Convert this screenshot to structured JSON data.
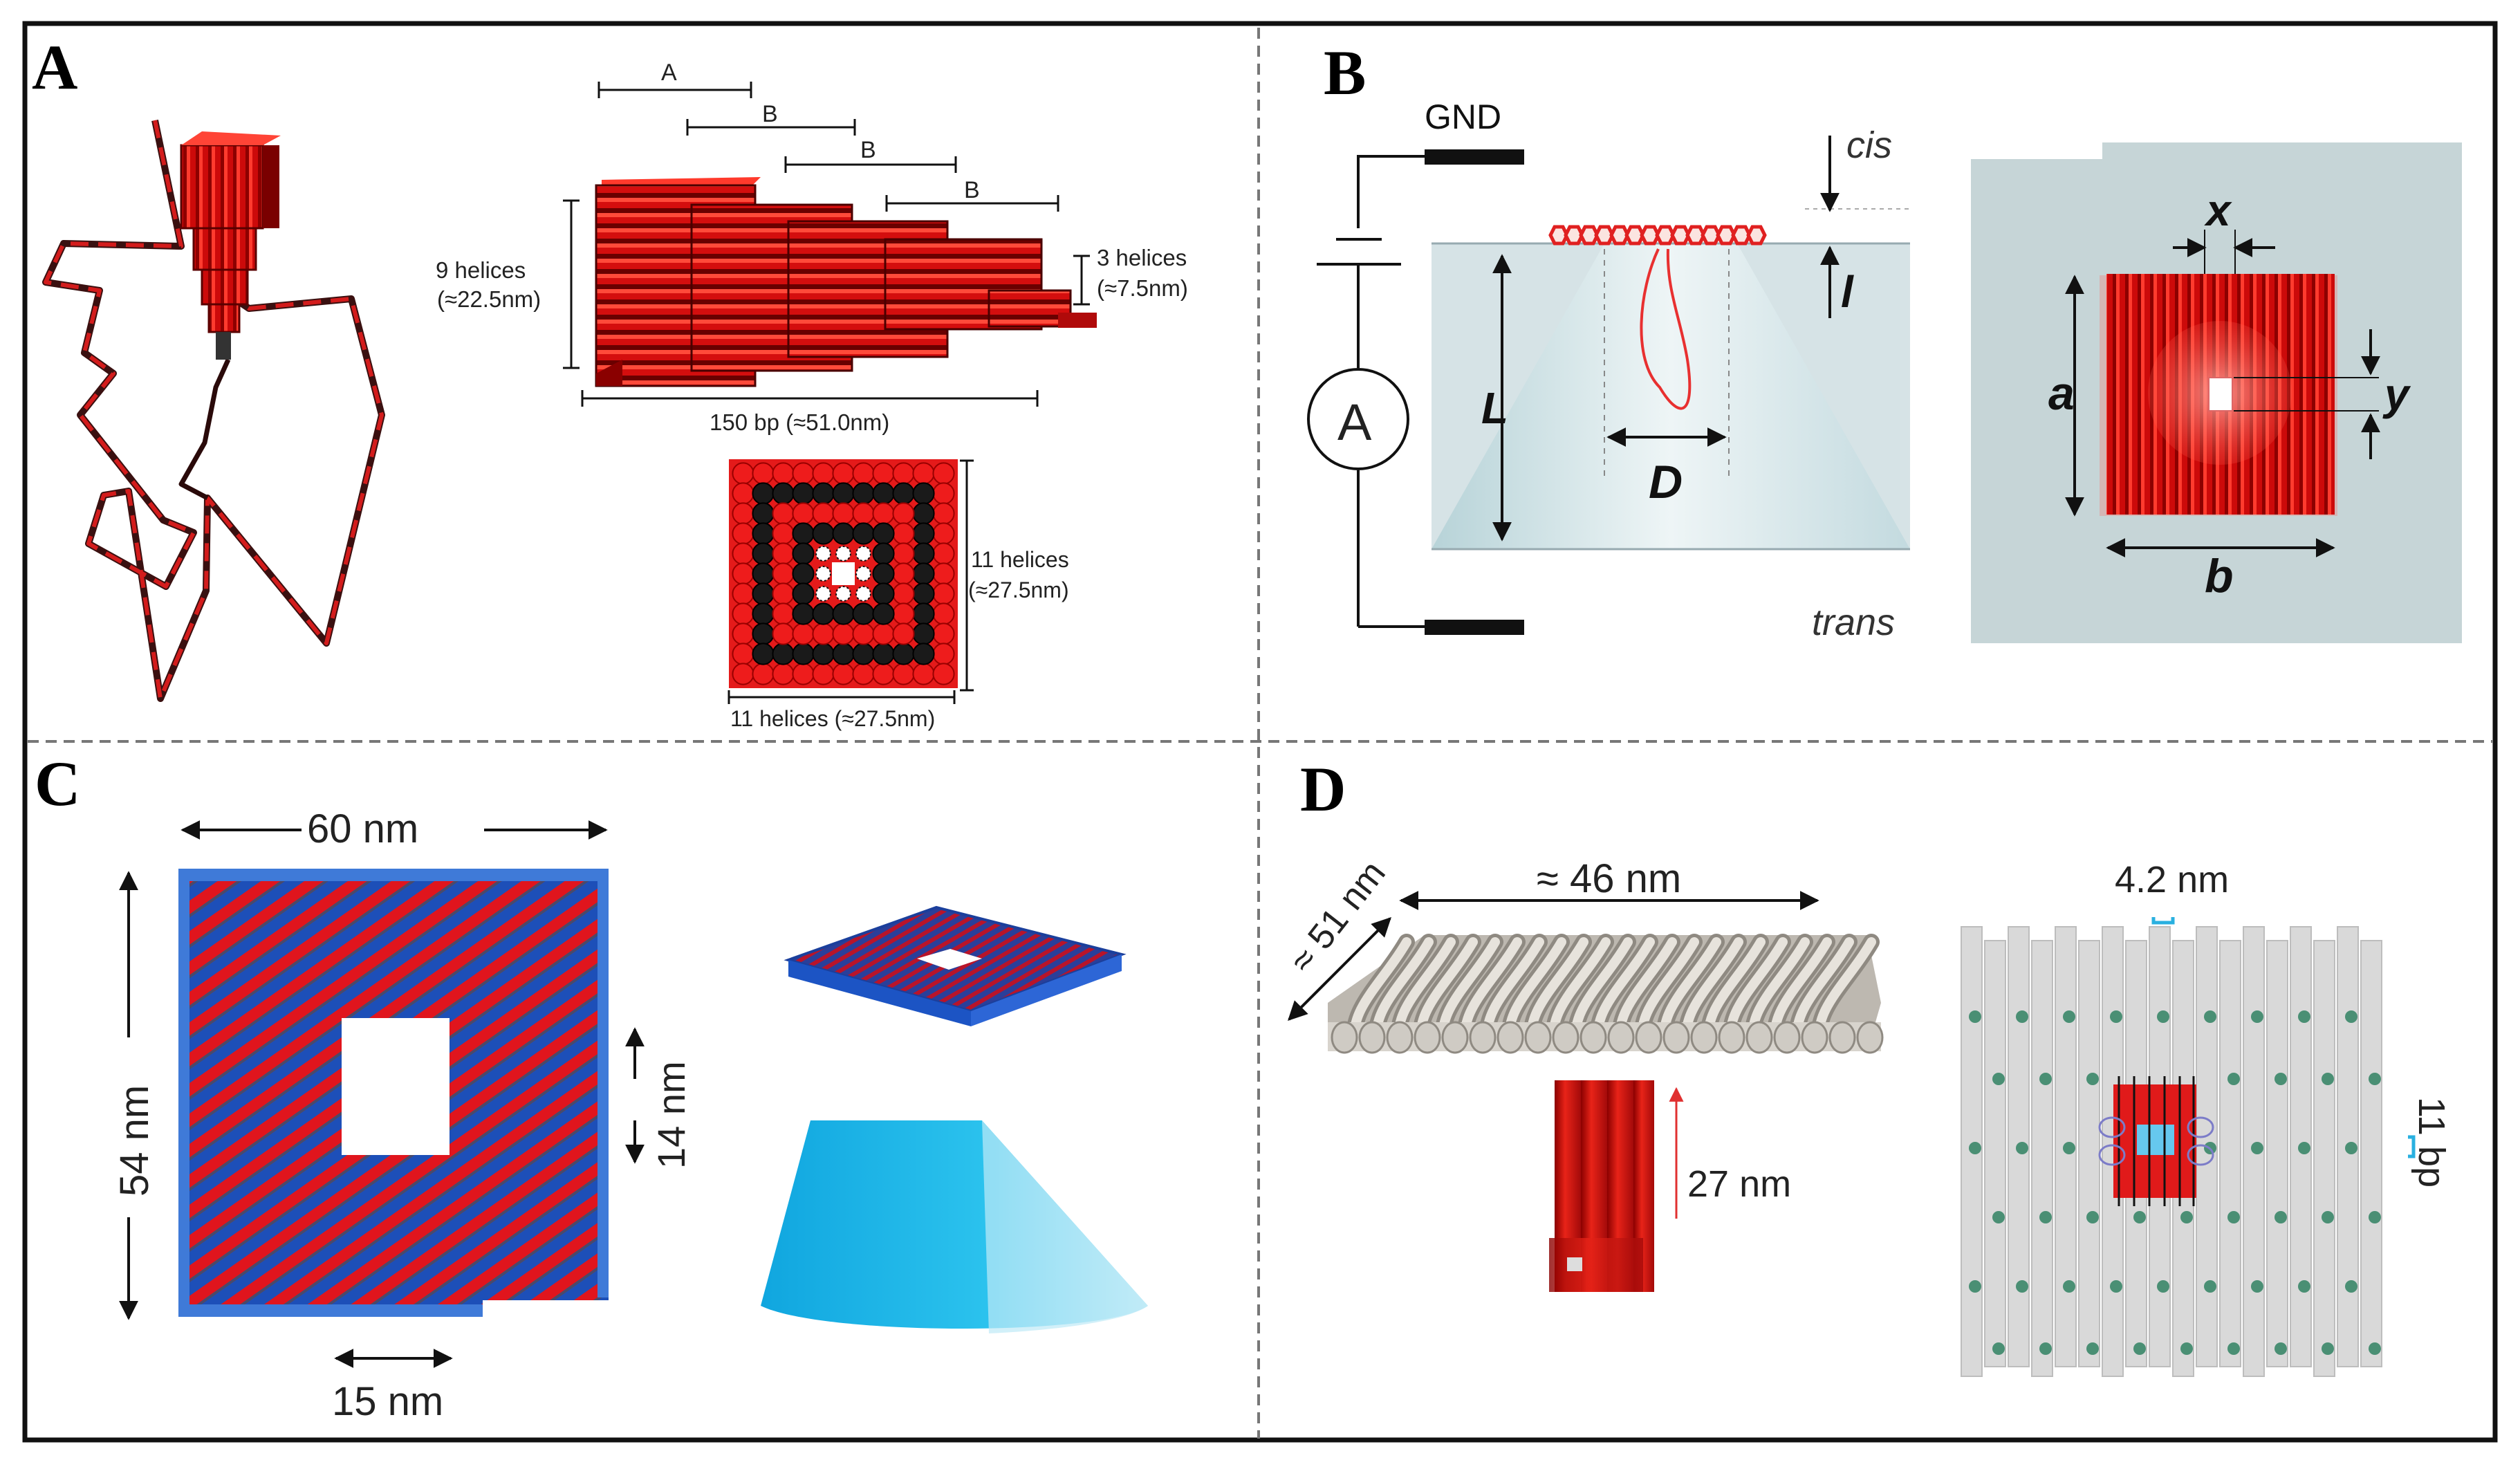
{
  "panels": {
    "a": {
      "label": "A",
      "dim_top": [
        "A",
        "B",
        "B",
        "B"
      ],
      "left_helices": "9 helices",
      "left_helices_nm": "(≈22.5nm)",
      "right_helices": "3 helices",
      "right_helices_nm": "(≈7.5nm)",
      "length": "150 bp (≈51.0nm)",
      "side_helices": "11 helices",
      "side_helices_nm": "(≈27.5nm)",
      "bottom_helices": "11 helices (≈27.5nm)"
    },
    "b": {
      "label": "B",
      "gnd": "GND",
      "cis": "cis",
      "trans": "trans",
      "ammeter": "A",
      "L": "L",
      "l": "l",
      "D": "D",
      "x": "x",
      "y": "y",
      "a": "a",
      "b": "b"
    },
    "c": {
      "label": "C",
      "width": "60 nm",
      "height": "54 nm",
      "pore_h": "14 nm",
      "pore_w": "15 nm"
    },
    "d": {
      "label": "D",
      "diag": "≈ 51 nm",
      "width": "≈ 46 nm",
      "stem": "27 nm",
      "gap": "4.2 nm",
      "bp": "11 bp"
    }
  },
  "colors": {
    "red": "#dd1111",
    "blue": "#1a5fc4",
    "bg_grey": "#c9d6d8",
    "cone_blue": "#19b8e6",
    "green_dot": "#4a8f74"
  }
}
